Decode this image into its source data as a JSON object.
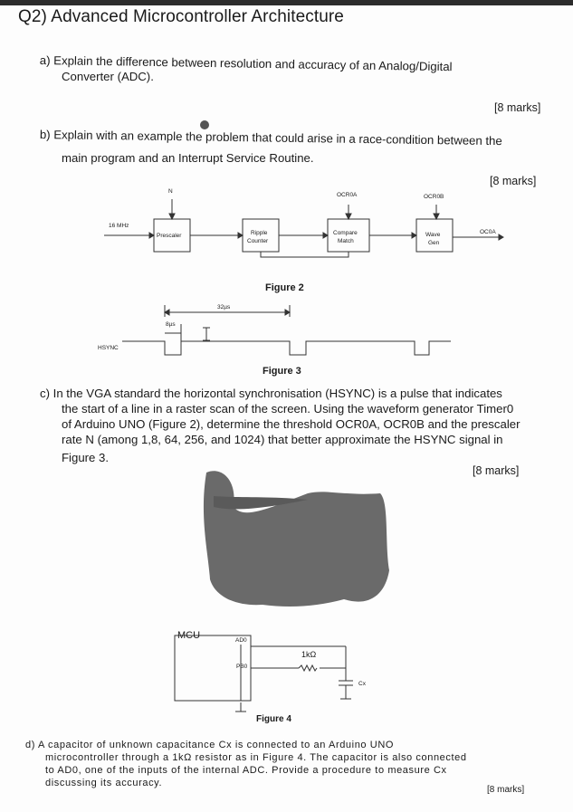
{
  "title": "Q2) Advanced Microcontroller Architecture",
  "part_a": {
    "line1": "a) Explain the difference between resolution and accuracy of an Analog/Digital",
    "line2": "Converter (ADC).",
    "marks": "[8 marks]"
  },
  "part_b": {
    "line1": "b) Explain with an example the problem that could arise in a race-condition between the",
    "line2": "main program and an Interrupt Service Routine.",
    "marks": "[8 marks]"
  },
  "figure2": {
    "label_n": "N",
    "label_ocr0a_in": "OCR0A",
    "label_ocr0b_in": "OCR0B",
    "clock": "16 MHz",
    "prescaler": "Prescaler",
    "ripple_l1": "Ripple",
    "ripple_l2": "Counter",
    "compare_l1": "Compare",
    "compare_l2": "Match",
    "wave_l1": "Wave",
    "wave_l2": "Gen",
    "oc0a_out": "OC0A",
    "caption": "Figure 2"
  },
  "figure3": {
    "period": "32µs",
    "pulse": "8µs",
    "signal": "HSYNC",
    "caption": "Figure 3"
  },
  "part_c": {
    "line1": "c) In the VGA standard the horizontal synchronisation (HSYNC) is a pulse that indicates",
    "line2": "the start of a line in a raster scan of the screen. Using the waveform generator Timer0",
    "line3": "of Arduino UNO (Figure 2), determine the threshold OCR0A, OCR0B and the prescaler",
    "line4": "rate N (among 1,8, 64, 256, and 1024) that better approximate the HSYNC signal in",
    "line5": "Figure 3.",
    "marks": "[8 marks]"
  },
  "figure4": {
    "mcu": "MCU",
    "ad0": "AD0",
    "pb0": "PB0",
    "resistor": "1kΩ",
    "cap": "Cx",
    "caption": "Figure 4"
  },
  "part_d": {
    "line1": "d) A capacitor of unknown capacitance Cx is connected to an Arduino UNO",
    "line2": "microcontroller through a 1kΩ resistor as in Figure 4. The capacitor is also connected",
    "line3": "to AD0, one of the inputs of the internal ADC. Provide a procedure to measure Cx",
    "line4": "discussing its accuracy.",
    "marks": "[8 marks]"
  }
}
